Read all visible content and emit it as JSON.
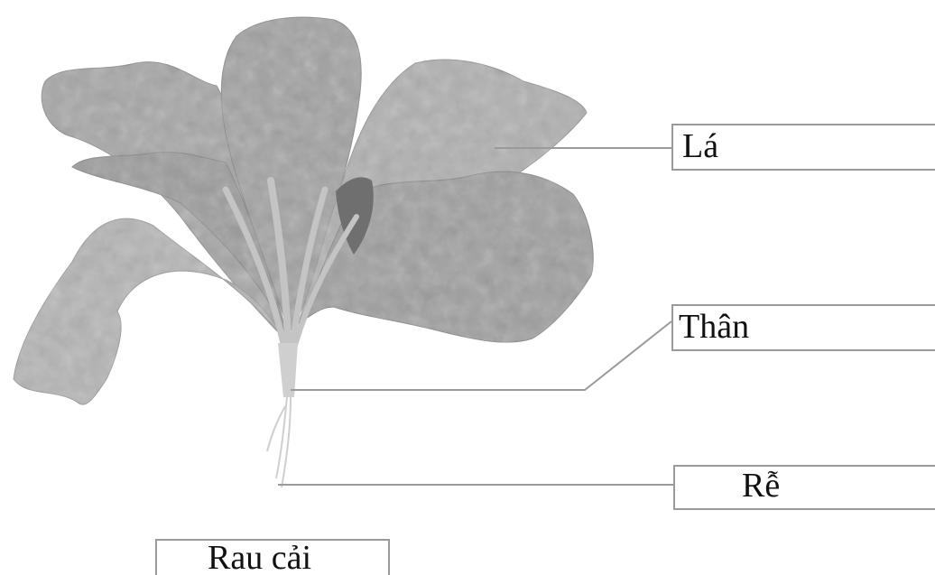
{
  "diagram": {
    "labels": {
      "leaf": "Lá",
      "stem": "Thân",
      "root": "Rễ"
    },
    "caption": "Rau cải"
  },
  "colors": {
    "leaf_fill": "#a9a9a9",
    "leaf_dark": "#7d7d7d",
    "stem": "#bdbdbd",
    "leader_line": "#9a9a9a",
    "box_border": "#9a9a9a"
  }
}
